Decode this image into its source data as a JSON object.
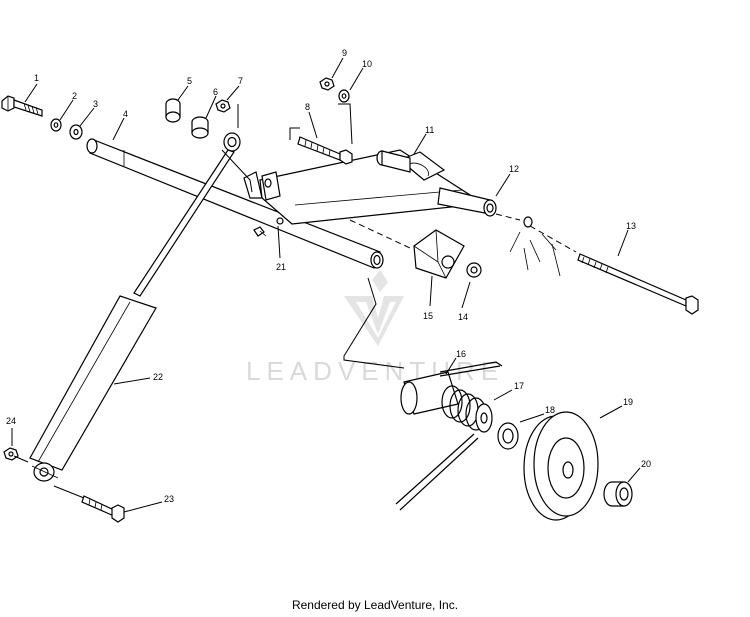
{
  "watermark": {
    "text": "LEADVENTURE"
  },
  "footer": {
    "credit": "Rendered by LeadVenture, Inc."
  },
  "callouts": [
    "1",
    "2",
    "3",
    "4",
    "5",
    "6",
    "7",
    "8",
    "9",
    "10",
    "11",
    "12",
    "13",
    "14",
    "15",
    "16",
    "17",
    "18",
    "19",
    "20",
    "21",
    "22",
    "23",
    "24"
  ]
}
